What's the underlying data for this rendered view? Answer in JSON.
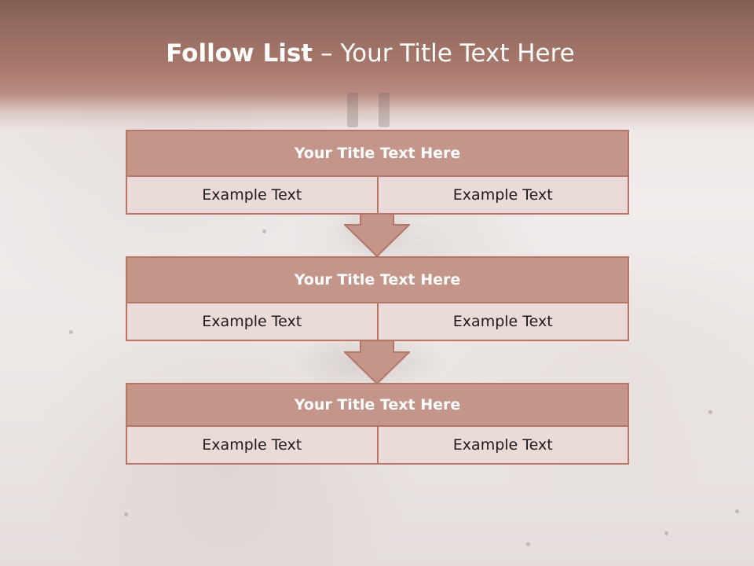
{
  "slide": {
    "title_bold": "Follow List",
    "title_separator": "–",
    "title_rest": "Your Title Text Here"
  },
  "steps": [
    {
      "title": "Your Title Text Here",
      "left_text": "Example Text",
      "right_text": "Example Text"
    },
    {
      "title": "Your Title Text Here",
      "left_text": "Example Text",
      "right_text": "Example Text"
    },
    {
      "title": "Your Title Text Here",
      "left_text": "Example Text",
      "right_text": "Example Text"
    }
  ],
  "colors": {
    "header_band": "#a87769",
    "box_head": "#c4968a",
    "box_border": "#b57667",
    "box_cell": "#eadbd9",
    "arrow_fill": "#c4968a"
  },
  "icons": {
    "connector": "down-arrow-icon"
  }
}
